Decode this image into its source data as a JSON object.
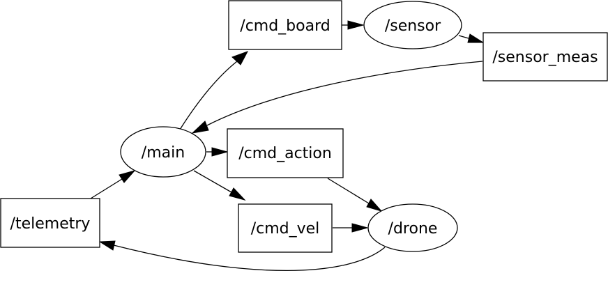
{
  "graph": {
    "nodes": {
      "cmd_board": "/cmd_board",
      "sensor": "/sensor",
      "sensor_meas": "/sensor_meas",
      "main": "/main",
      "cmd_action": "/cmd_action",
      "telemetry": "/telemetry",
      "cmd_vel": "/cmd_vel",
      "drone": "/drone"
    },
    "edges": [
      {
        "from": "/main",
        "to": "/cmd_board"
      },
      {
        "from": "/cmd_board",
        "to": "/sensor"
      },
      {
        "from": "/sensor",
        "to": "/sensor_meas"
      },
      {
        "from": "/sensor_meas",
        "to": "/main"
      },
      {
        "from": "/main",
        "to": "/cmd_action"
      },
      {
        "from": "/main",
        "to": "/cmd_vel"
      },
      {
        "from": "/telemetry",
        "to": "/main"
      },
      {
        "from": "/cmd_action",
        "to": "/drone"
      },
      {
        "from": "/cmd_vel",
        "to": "/drone"
      },
      {
        "from": "/drone",
        "to": "/telemetry"
      }
    ]
  }
}
